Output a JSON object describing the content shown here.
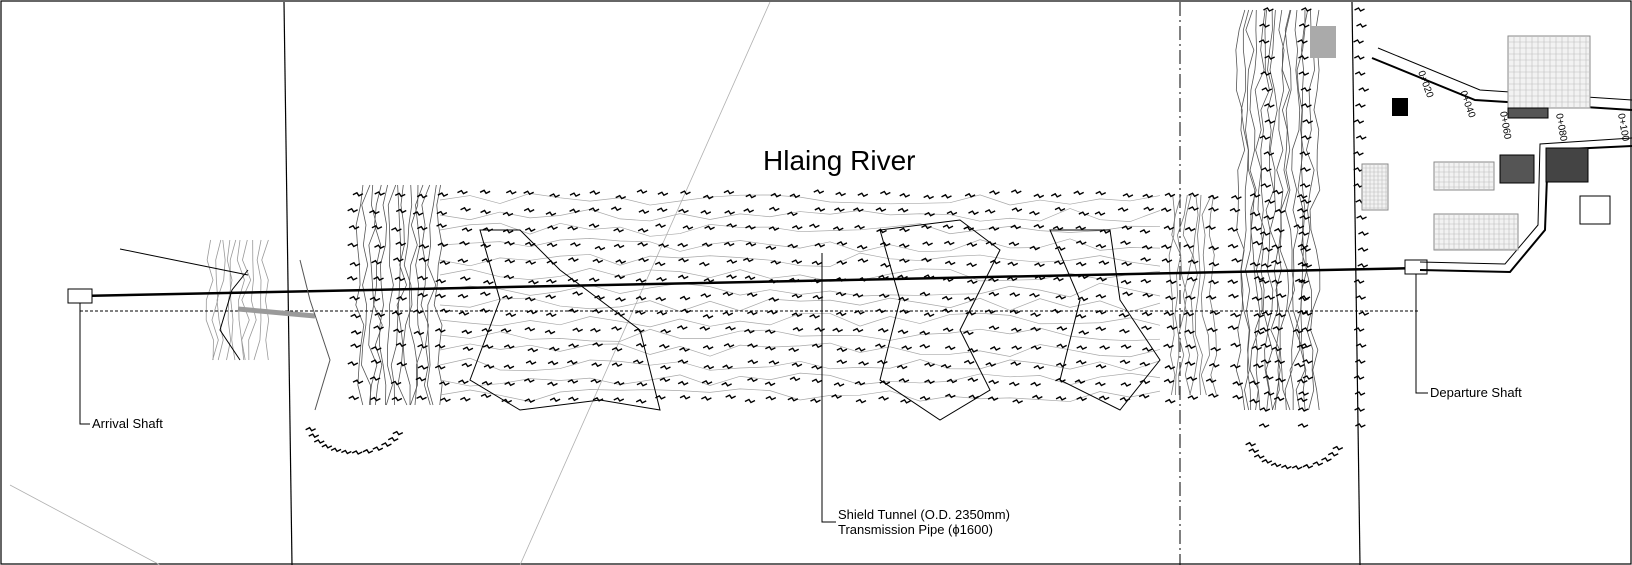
{
  "diagram": {
    "river_name": "Hlaing River",
    "labels": {
      "arrival_shaft": "Arrival Shaft",
      "departure_shaft": "Departure Shaft",
      "tunnel_line1": "Shield Tunnel (O.D. 2350mm)",
      "tunnel_line2": "Transmission Pipe (ϕ1600)"
    },
    "station_marks": [
      "0+020",
      "0+040",
      "0+060",
      "0+080",
      "0+100"
    ],
    "colors": {
      "line": "#000000",
      "contour": "#9a9a9a",
      "grid": "#bdbdbd"
    }
  }
}
